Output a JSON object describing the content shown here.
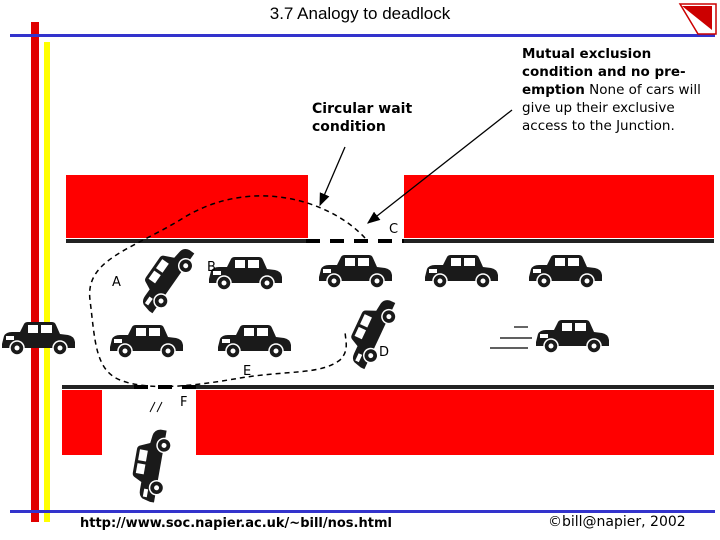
{
  "slide": {
    "title": "3.7 Analogy to deadlock",
    "circular_wait_label": "Circular wait condition",
    "mutex_heading": "Mutual exclusion condition and no pre-emption",
    "mutex_body": "None of cars will give up their exclusive access to the Junction.",
    "footer_url": "http://www.soc.napier.ac.uk/~bill/nos.html",
    "footer_copyright": "©bill@napier, 2002"
  },
  "junction_labels": {
    "a": "A",
    "b": "B",
    "c": "C",
    "d": "D",
    "e": "E",
    "f": "F"
  },
  "colors": {
    "road_block": "#ff0000",
    "left_bar_red": "#e00000",
    "left_bar_yellow": "#ffff00",
    "top_line_blue": "#3333cc",
    "footer_line_blue": "#3333cc",
    "car_body": "#1a1a1a"
  },
  "icons": [
    "car-icon",
    "corner-logo-icon",
    "arrow-icon"
  ]
}
